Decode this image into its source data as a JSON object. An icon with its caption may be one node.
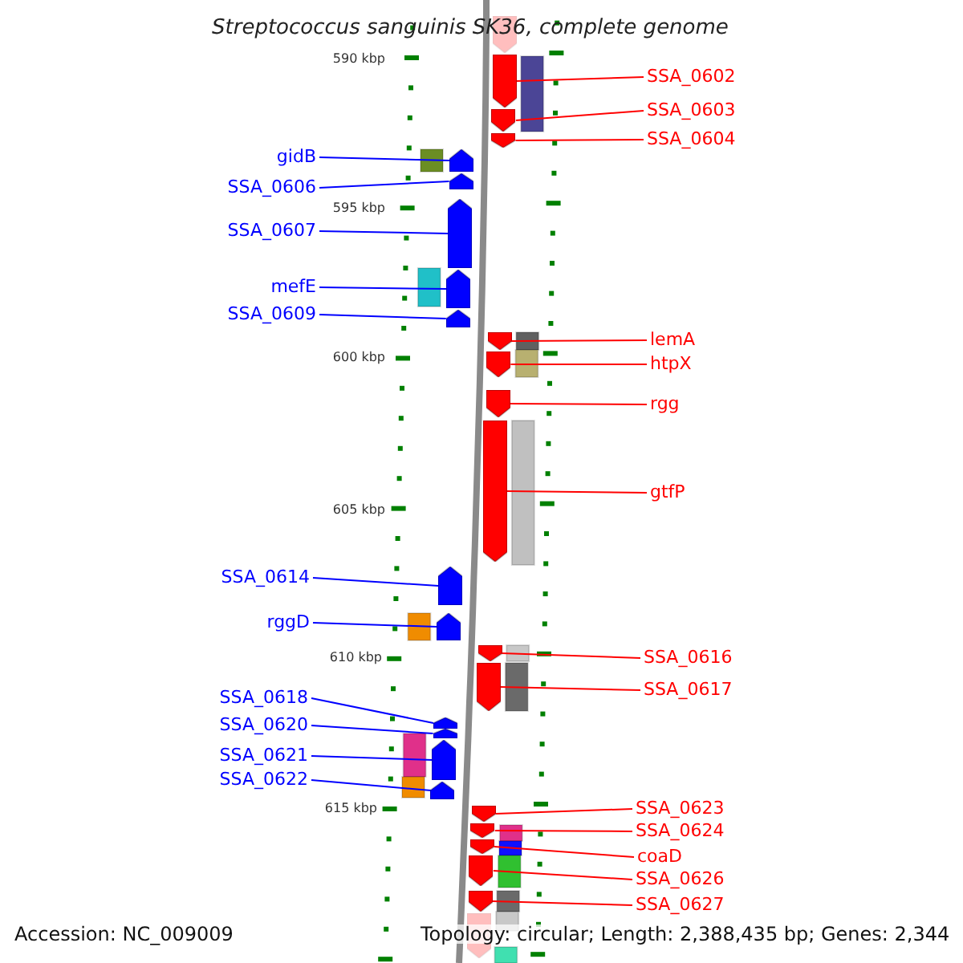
{
  "diagram": {
    "title": "Streptococcus sanguinis SK36, complete genome",
    "nodes": [
      {
        "text": [
          "gidB"
        ]
      },
      {
        "text": [
          "SSA_0606"
        ]
      },
      {
        "text": [
          "SSA_0607"
        ]
      },
      {
        "text": [
          "mefE"
        ]
      },
      {
        "text": [
          "SSA_0609"
        ]
      },
      {
        "text": [
          "SSA_0614"
        ]
      },
      {
        "text": [
          "rggD"
        ]
      },
      {
        "text": [
          "SSA_0618"
        ]
      },
      {
        "text": [
          "SSA_0620"
        ]
      },
      {
        "text": [
          "SSA_0621"
        ]
      },
      {
        "text": [
          "SSA_0622"
        ]
      },
      {
        "text": [
          "SSA_0602"
        ]
      },
      {
        "text": [
          "SSA_0603"
        ]
      },
      {
        "text": [
          "SSA_0604"
        ]
      },
      {
        "text": [
          "lemA"
        ]
      },
      {
        "text": [
          "htpX"
        ]
      },
      {
        "text": [
          "rgg"
        ]
      },
      {
        "text": [
          "gtfP"
        ]
      },
      {
        "text": [
          "SSA_0616"
        ]
      },
      {
        "text": [
          "SSA_0617"
        ]
      },
      {
        "text": [
          "SSA_0623"
        ]
      },
      {
        "text": [
          "SSA_0624"
        ]
      },
      {
        "text": [
          "coaD"
        ]
      },
      {
        "text": [
          "SSA_0626"
        ]
      },
      {
        "text": [
          "SSA_0627"
        ]
      },
      {
        "text": [],
        "shape": "pentagon"
      },
      {
        "text": [],
        "shape": "pentagon"
      },
      {
        "text": [],
        "shape": "pentagon"
      },
      {
        "text": [],
        "shape": "pentagon"
      },
      {
        "text": [],
        "shape": "pentagon"
      },
      {
        "text": [],
        "shape": "pentagon"
      },
      {
        "text": [],
        "shape": "pentagon"
      },
      {
        "text": [],
        "shape": "pentagon"
      },
      {
        "text": [],
        "shape": "pentagon"
      },
      {
        "text": [],
        "shape": "pentagon"
      },
      {
        "text": [],
        "shape": "pentagon"
      },
      {
        "text": [],
        "shape": "pentagon"
      },
      {
        "text": [],
        "shape": "pentagon"
      },
      {
        "text": [],
        "shape": "pentagon"
      },
      {
        "text": [],
        "shape": "pentagon"
      },
      {
        "text": [],
        "shape": "pentagon"
      },
      {
        "text": [],
        "shape": "pentagon"
      },
      {
        "text": [],
        "shape": "pentagon"
      },
      {
        "text": [],
        "shape": "pentagon"
      },
      {
        "text": [],
        "shape": "pentagon"
      },
      {
        "text": [],
        "shape": "pentagon"
      },
      {
        "text": [],
        "shape": "pentagon"
      },
      {
        "text": [],
        "shape": "pentagon"
      },
      {
        "text": [],
        "shape": "pentagon"
      },
      {
        "text": [],
        "shape": "pentagon"
      },
      {
        "text": [],
        "shape": "pentagon"
      },
      {
        "text": [],
        "shape": "pentagon"
      }
    ],
    "edges": [
      {
        "from": 0,
        "to": 25,
        "arrow": "none",
        "color": "#0000ff"
      },
      {
        "from": 1,
        "to": 26,
        "arrow": "none",
        "color": "#0000ff"
      },
      {
        "from": 2,
        "to": 27,
        "arrow": "none",
        "color": "#0000ff"
      },
      {
        "from": 3,
        "to": 28,
        "arrow": "none",
        "color": "#0000ff"
      },
      {
        "from": 4,
        "to": 29,
        "arrow": "none",
        "color": "#0000ff"
      },
      {
        "from": 5,
        "to": 30,
        "arrow": "none",
        "color": "#0000ff"
      },
      {
        "from": 6,
        "to": 31,
        "arrow": "none",
        "color": "#0000ff"
      },
      {
        "from": 7,
        "to": 32,
        "arrow": "none",
        "color": "#0000ff"
      },
      {
        "from": 8,
        "to": 33,
        "arrow": "none",
        "color": "#0000ff"
      },
      {
        "from": 9,
        "to": 34,
        "arrow": "none",
        "color": "#0000ff"
      },
      {
        "from": 10,
        "to": 35,
        "arrow": "none",
        "color": "#0000ff"
      },
      {
        "from": 11,
        "to": 37,
        "arrow": "none"
      },
      {
        "from": 12,
        "to": 38,
        "arrow": "none"
      },
      {
        "from": 13,
        "to": 39,
        "arrow": "none"
      },
      {
        "from": 14,
        "to": 40,
        "arrow": "none"
      },
      {
        "from": 15,
        "to": 41,
        "arrow": "none"
      },
      {
        "from": 16,
        "to": 42,
        "arrow": "none"
      },
      {
        "from": 17,
        "to": 43,
        "arrow": "none"
      },
      {
        "from": 18,
        "to": 44,
        "arrow": "none"
      },
      {
        "from": 19,
        "to": 45,
        "arrow": "none"
      },
      {
        "from": 20,
        "to": 46,
        "arrow": "none"
      },
      {
        "from": 21,
        "to": 47,
        "arrow": "none"
      },
      {
        "from": 22,
        "to": 48,
        "arrow": "none"
      },
      {
        "from": 23,
        "to": 49,
        "arrow": "none"
      },
      {
        "from": 24,
        "to": 50,
        "arrow": "none"
      }
    ],
    "labels": [
      "590 kbp",
      "595 kbp",
      "600 kbp",
      "605 kbp",
      "610 kbp",
      "615 kbp",
      "Accession: NC_009009",
      "Topology: circular; Length: 2,388,435 bp; Genes: 2,344"
    ]
  }
}
